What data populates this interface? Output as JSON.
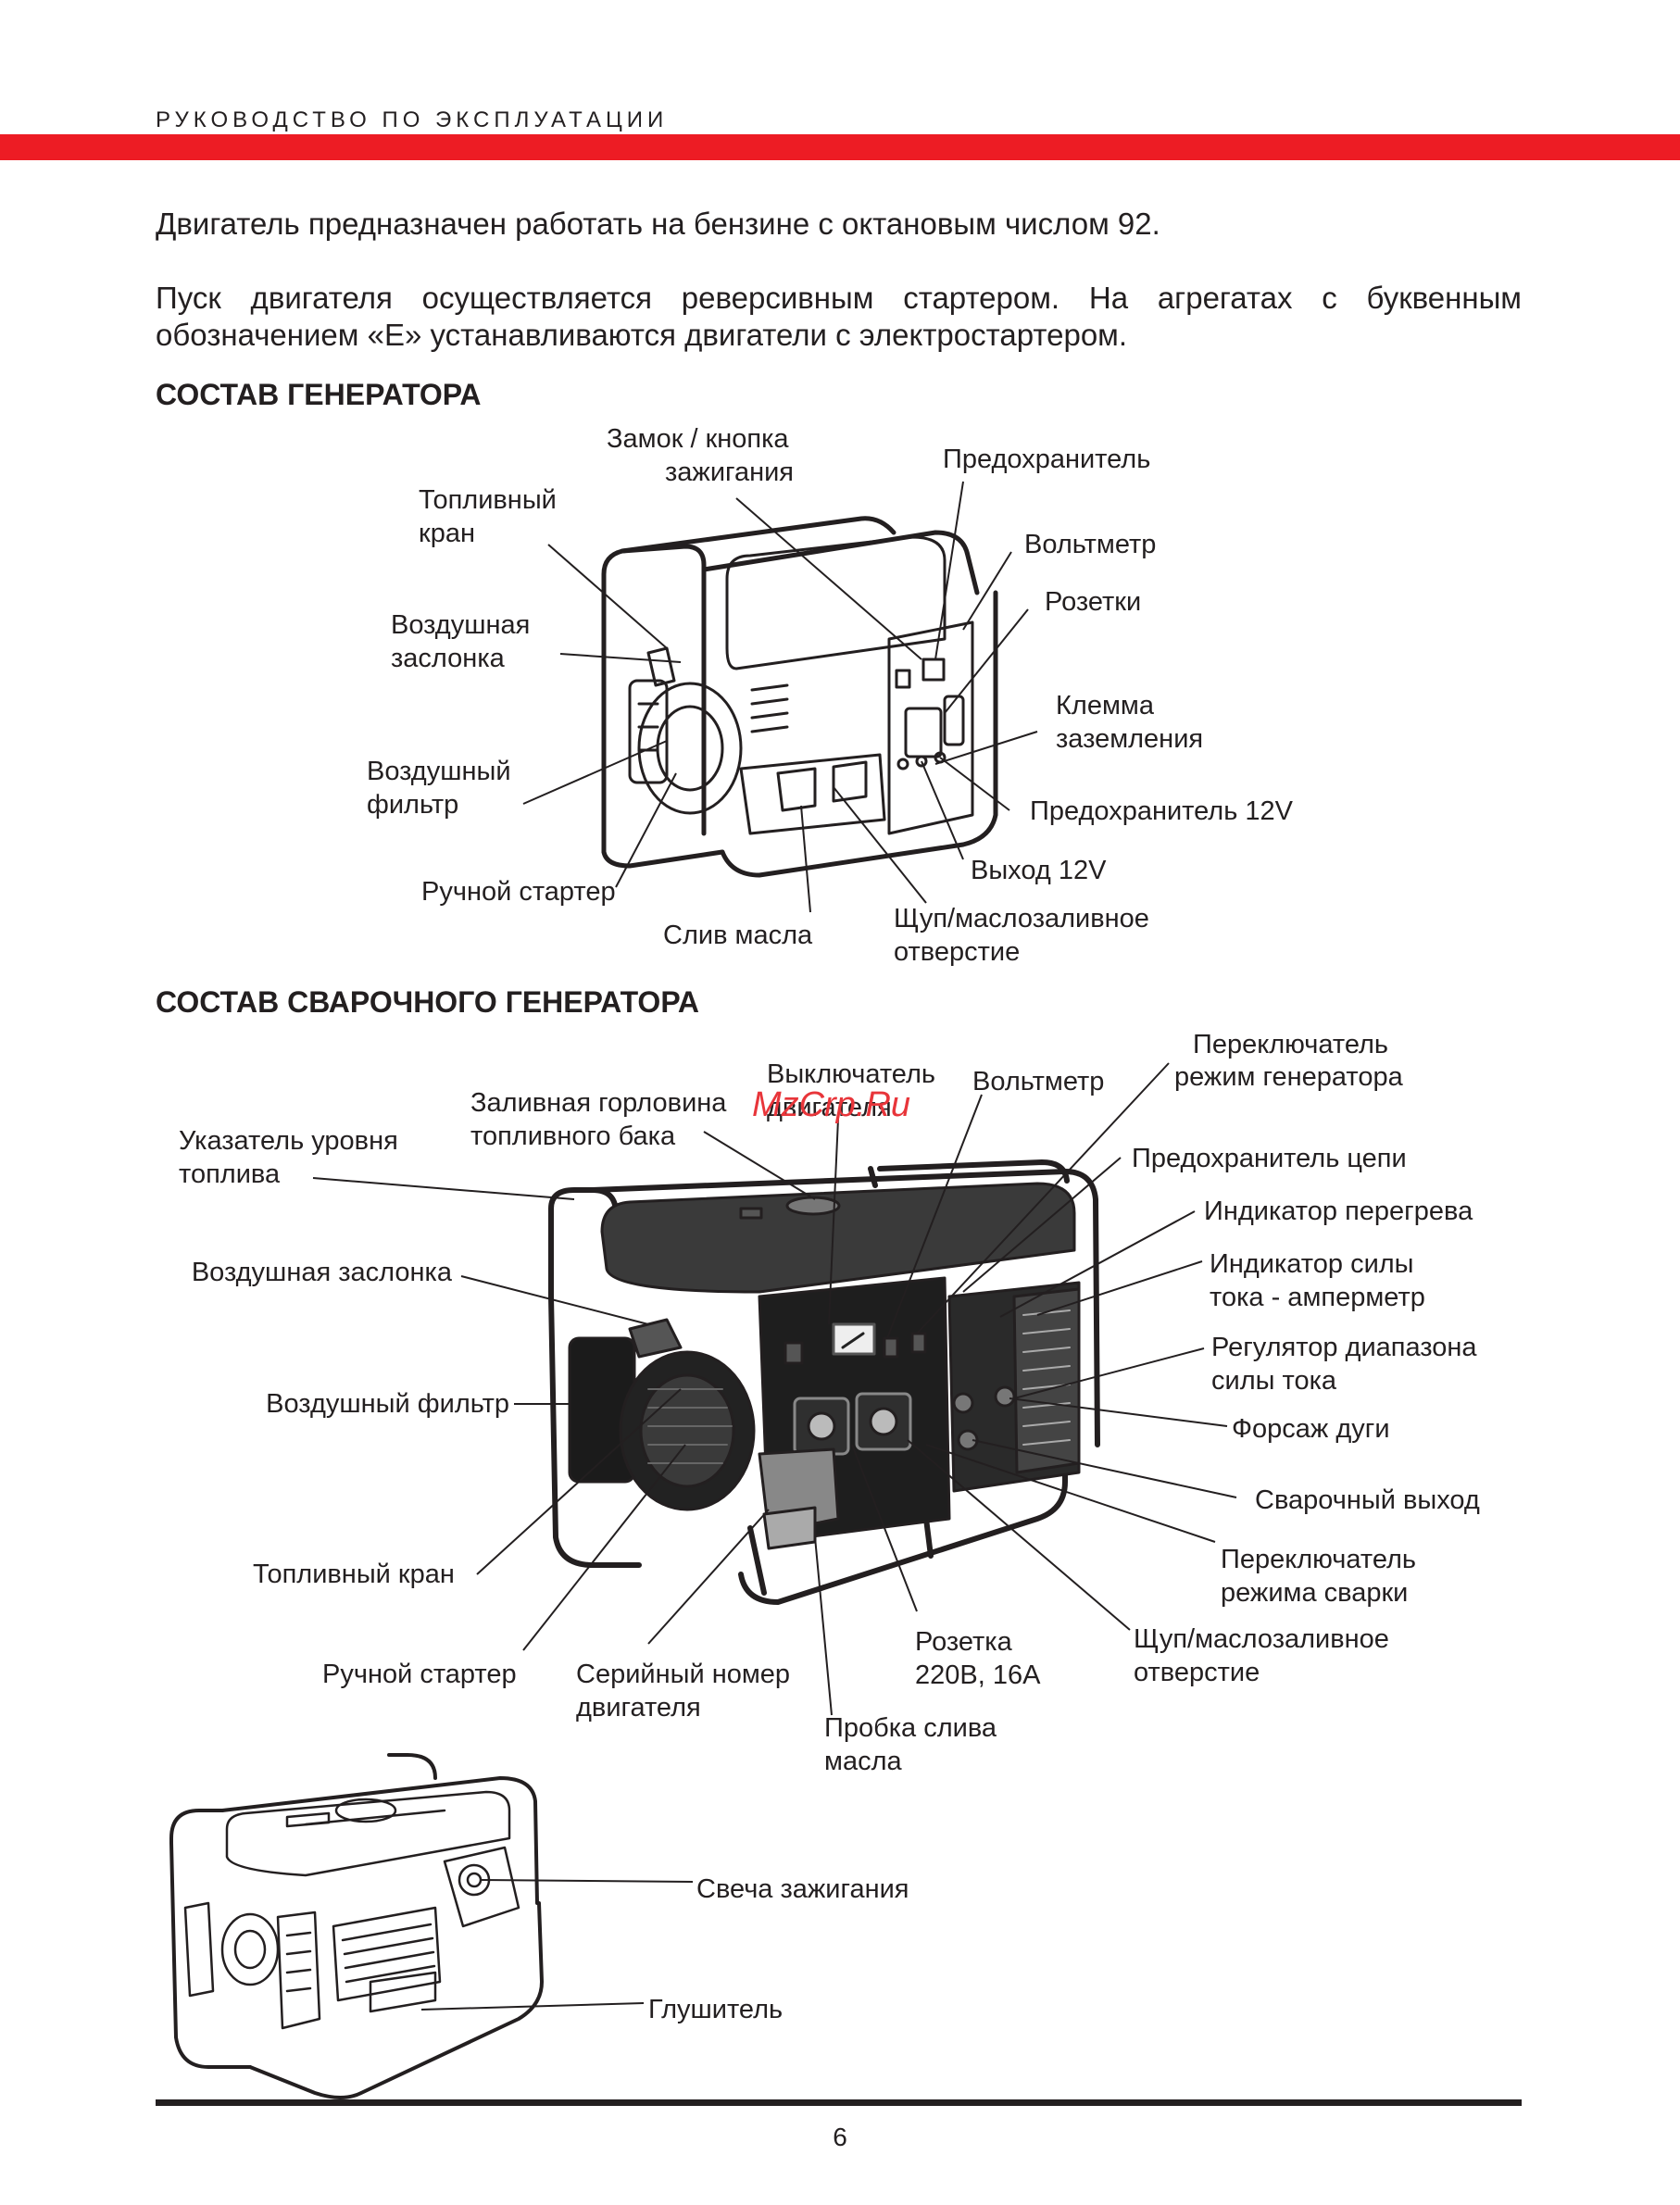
{
  "header": {
    "title": "РУКОВОДСТВО ПО ЭКСПЛУАТАЦИИ",
    "accent_color": "#ed1c24"
  },
  "paragraphs": [
    "Двигатель предназначен работать на бензине с октановым числом 92.",
    "Пуск двигателя осуществляется реверсивным стартером. На агрегатах с буквенным обозначением «Е» устанавливаются двигатели с электростартером."
  ],
  "section1": {
    "title": "СОСТАВ ГЕНЕРАТОРА",
    "labels": {
      "lock": "Замок / кнопка",
      "lock2": "зажигания",
      "fuse": "Предохранитель",
      "fuel_tap": "Топливный",
      "fuel_tap2": "кран",
      "voltmeter": "Вольтметр",
      "sockets": "Розетки",
      "choke": "Воздушная",
      "choke2": "заслонка",
      "ground": "Клемма",
      "ground2": "заземления",
      "air_filter": "Воздушный",
      "air_filter2": "фильтр",
      "fuse12": "Предохранитель 12V",
      "out12": "Выход 12V",
      "starter": "Ручной стартер",
      "oil_drain": "Слив масла",
      "dipstick": "Щуп/маслозаливное",
      "dipstick2": "отверстие"
    }
  },
  "section2": {
    "title": "СОСТАВ СВАРОЧНОГО ГЕНЕРАТОРА",
    "labels": {
      "switch": "Выключатель",
      "switch2": "двигателя",
      "voltmeter": "Вольтметр",
      "mode_switch": "Переключатель",
      "mode_switch2": "режим генератора",
      "filler": "Заливная горловина",
      "filler2": "топливного бака",
      "fuel_gauge": "Указатель уровня",
      "fuel_gauge2": "топлива",
      "circuit_fuse": "Предохранитель цепи",
      "overheat": "Индикатор перегрева",
      "ammeter": "Индикатор силы",
      "ammeter2": "тока - амперметр",
      "choke": "Воздушная заслонка",
      "regulator": "Регулятор диапазона",
      "regulator2": "силы тока",
      "air_filter": "Воздушный фильтр",
      "arc_force": "Форсаж дуги",
      "weld_out": "Сварочный выход",
      "fuel_tap": "Топливный кран",
      "weld_mode": "Переключатель",
      "weld_mode2": "режима сварки",
      "starter": "Ручной стартер",
      "serial": "Серийный номер",
      "serial2": "двигателя",
      "socket": "Розетка",
      "socket2": "220В, 16А",
      "dipstick": "Щуп/маслозаливное",
      "dipstick2": "отверстие",
      "drain_plug": "Пробка слива",
      "drain_plug2": "масла"
    }
  },
  "section3": {
    "labels": {
      "spark_plug": "Свеча зажигания",
      "muffler": "Глушитель"
    }
  },
  "watermark": "MzCrp.Ru",
  "page_number": "6"
}
